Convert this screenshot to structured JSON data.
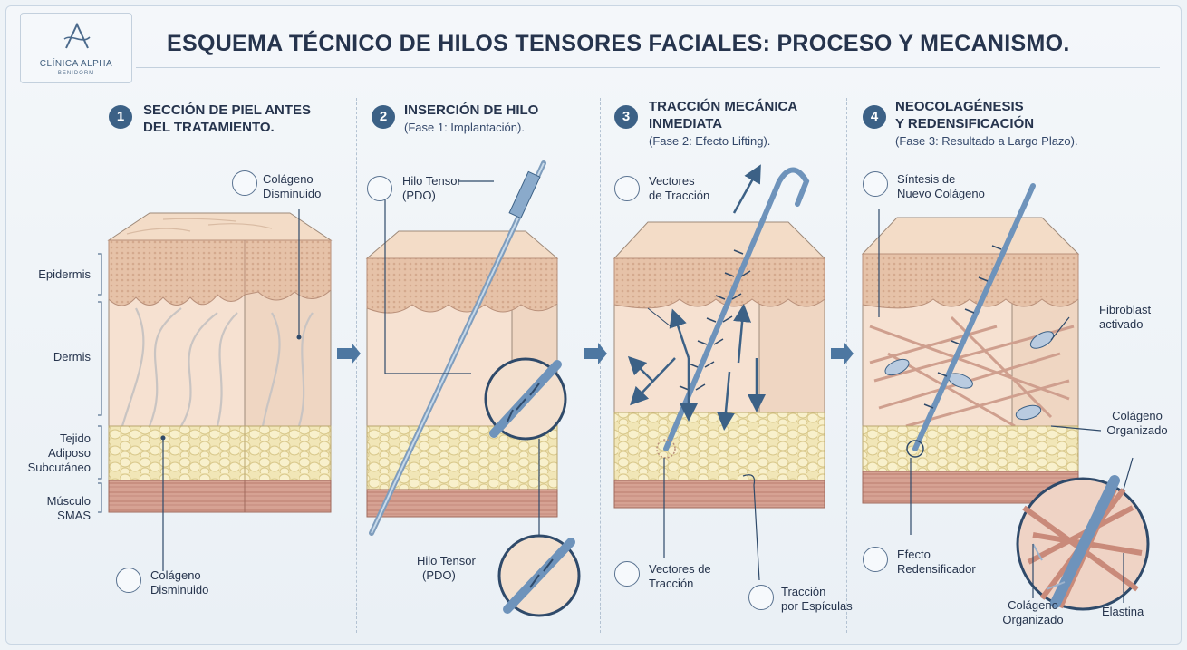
{
  "title": "ESQUEMA TÉCNICO DE HILOS TENSORES FACIALES: PROCESO Y MECANISMO.",
  "logo": {
    "name": "CLÍNICA ALPHA",
    "sub": "BENIDORM"
  },
  "colors": {
    "primary": "#3c6186",
    "epidermis": "#e8c9b0",
    "dermis": "#f6e1d1",
    "fat": "#f2e7b8",
    "muscle": "#d49c8e",
    "thread": "#8fb1d4"
  },
  "steps": [
    {
      "num": "1",
      "title_line1": "SECCIÓN DE PIEL ANTES",
      "title_line2": "DEL TRATAMIENTO.",
      "subtitle": ""
    },
    {
      "num": "2",
      "title_line1": "INSERCIÓN DE HILO",
      "title_line2": "",
      "subtitle": "(Fase 1: Implantación)."
    },
    {
      "num": "3",
      "title_line1": "TRACCIÓN MECÁNICA",
      "title_line2": "INMEDIATA",
      "subtitle": "(Fase 2: Efecto Lifting)."
    },
    {
      "num": "4",
      "title_line1": "NEOCOLAGÉNESIS",
      "title_line2": "Y REDENSIFICACIÓN",
      "subtitle": "(Fase 3: Resultado a Largo Plazo)."
    }
  ],
  "layers": {
    "epidermis": "Epidermis",
    "dermis": "Dermis",
    "tejido_l1": "Tejido",
    "tejido_l2": "Adiposo",
    "tejido_l3": "Subcutáneo",
    "musculo_l1": "Músculo",
    "musculo_l2": "SMAS"
  },
  "labels": {
    "p1_top_l1": "Colágeno",
    "p1_top_l2": "Disminuido",
    "p1_bot_l1": "Colágeno",
    "p1_bot_l2": "Disminuido",
    "p2_top_l1": "Hilo Tensor",
    "p2_top_l2": "(PDO)",
    "p2_bot_l1": "Hilo Tensor",
    "p2_bot_l2": "(PDO)",
    "p3_top_l1": "Vectores",
    "p3_top_l2": "de Tracción",
    "p3_bot_l1": "Vectores de",
    "p3_bot_l2": "Tracción",
    "p3_spic_l1": "Tracción",
    "p3_spic_l2": "por Espículas",
    "p4_top_l1": "Síntesis de",
    "p4_top_l2": "Nuevo Colágeno",
    "p4_fib_l1": "Fibroblast",
    "p4_fib_l2": "activado",
    "p4_col_l1": "Colágeno",
    "p4_col_l2": "Organizado",
    "p4_efe_l1": "Efecto",
    "p4_efe_l2": "Redensificador",
    "p4_col2_l1": "Colágeno",
    "p4_col2_l2": "Organizado",
    "p4_ela": "Elastina"
  }
}
